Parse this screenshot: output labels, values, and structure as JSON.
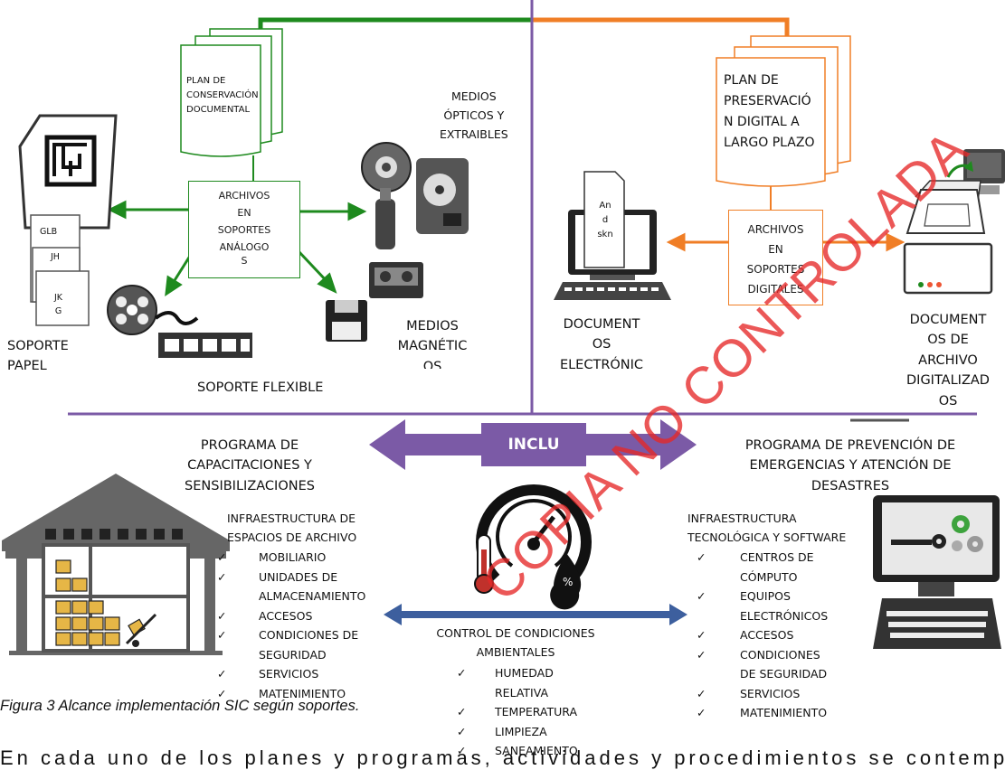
{
  "colors": {
    "green": "#1e8a1e",
    "orange": "#f07e26",
    "purple": "#7b5aa6",
    "blue": "#3d5f9e",
    "watermark": "#e02828"
  },
  "top_left": {
    "plan_lines": [
      "PLAN DE",
      "CONSERVACIÓN",
      "DOCUMENTAL"
    ],
    "box_lines": [
      "ARCHIVOS",
      "EN",
      "SOPORTES",
      "ANÁLOGO",
      "S"
    ],
    "optical_lines": [
      "MEDIOS",
      "ÓPTICOS Y",
      "EXTRAIBLES"
    ],
    "magnetic_lines": [
      "MEDIOS",
      "MAGNÉTIC",
      "OS"
    ],
    "paper_lines": [
      "SOPORTE",
      "PAPEL"
    ],
    "flexible_label": "SOPORTE FLEXIBLE",
    "paper_doc_labels": [
      "GLB",
      "JH",
      "JK\nG"
    ]
  },
  "top_right": {
    "plan_lines": [
      "PLAN DE",
      "PRESERVACIÓ",
      "N DIGITAL A",
      "LARGO PLAZO"
    ],
    "box_lines": [
      "ARCHIVOS",
      "EN",
      "SOPORTES",
      "DIGITALES"
    ],
    "electronic_lines": [
      "DOCUMENT",
      "OS",
      "ELECTRÓNIC"
    ],
    "digitized_lines": [
      "DOCUMENT",
      "OS DE",
      "ARCHIVO",
      "DIGITALIZAD",
      "OS"
    ],
    "monitor_doc_text": [
      "An",
      "d",
      "skn"
    ]
  },
  "center_label": "INCLU",
  "left_program_lines": [
    "PROGRAMA DE",
    "CAPACITACIONES Y",
    "SENSIBILIZACIONES"
  ],
  "right_program_lines": [
    "PROGRAMA DE PREVENCIÓN DE",
    "EMERGENCIAS Y ATENCIÓN DE",
    "DESASTRES"
  ],
  "infra_archivo": {
    "title_lines": [
      "INFRAESTRUCTURA DE",
      "ESPACIOS DE ARCHIVO"
    ],
    "items": [
      [
        "MOBILIARIO"
      ],
      [
        "UNIDADES DE",
        "ALMACENAMIENTO"
      ],
      [
        "ACCESOS"
      ],
      [
        "CONDICIONES DE",
        "SEGURIDAD"
      ],
      [
        "SERVICIOS"
      ],
      [
        "MATENIMIENTO"
      ]
    ]
  },
  "control": {
    "title_lines": [
      "CONTROL DE CONDICIONES",
      "AMBIENTALES"
    ],
    "items": [
      [
        "HUMEDAD",
        "RELATIVA"
      ],
      [
        "TEMPERATURA"
      ],
      [
        "LIMPIEZA"
      ],
      [
        "SANEAMIENTO"
      ]
    ]
  },
  "infra_tec": {
    "title_lines": [
      "INFRAESTRUCTURA",
      "TECNOLÓGICA Y SOFTWARE"
    ],
    "items": [
      [
        "CENTROS DE",
        "CÓMPUTO"
      ],
      [
        "EQUIPOS",
        "ELECTRÓNICOS"
      ],
      [
        "ACCESOS"
      ],
      [
        "CONDICIONES",
        "DE SEGURIDAD"
      ],
      [
        "SERVICIOS"
      ],
      [
        "MATENIMIENTO"
      ]
    ]
  },
  "watermark": "COPIA NO CONTROLADA",
  "caption": "Figura 3 Alcance implementación SIC según soportes.",
  "bottom_text": "En cada uno de los planes y programas, actividades y procedimientos se contemplan",
  "checkmark": "✓"
}
